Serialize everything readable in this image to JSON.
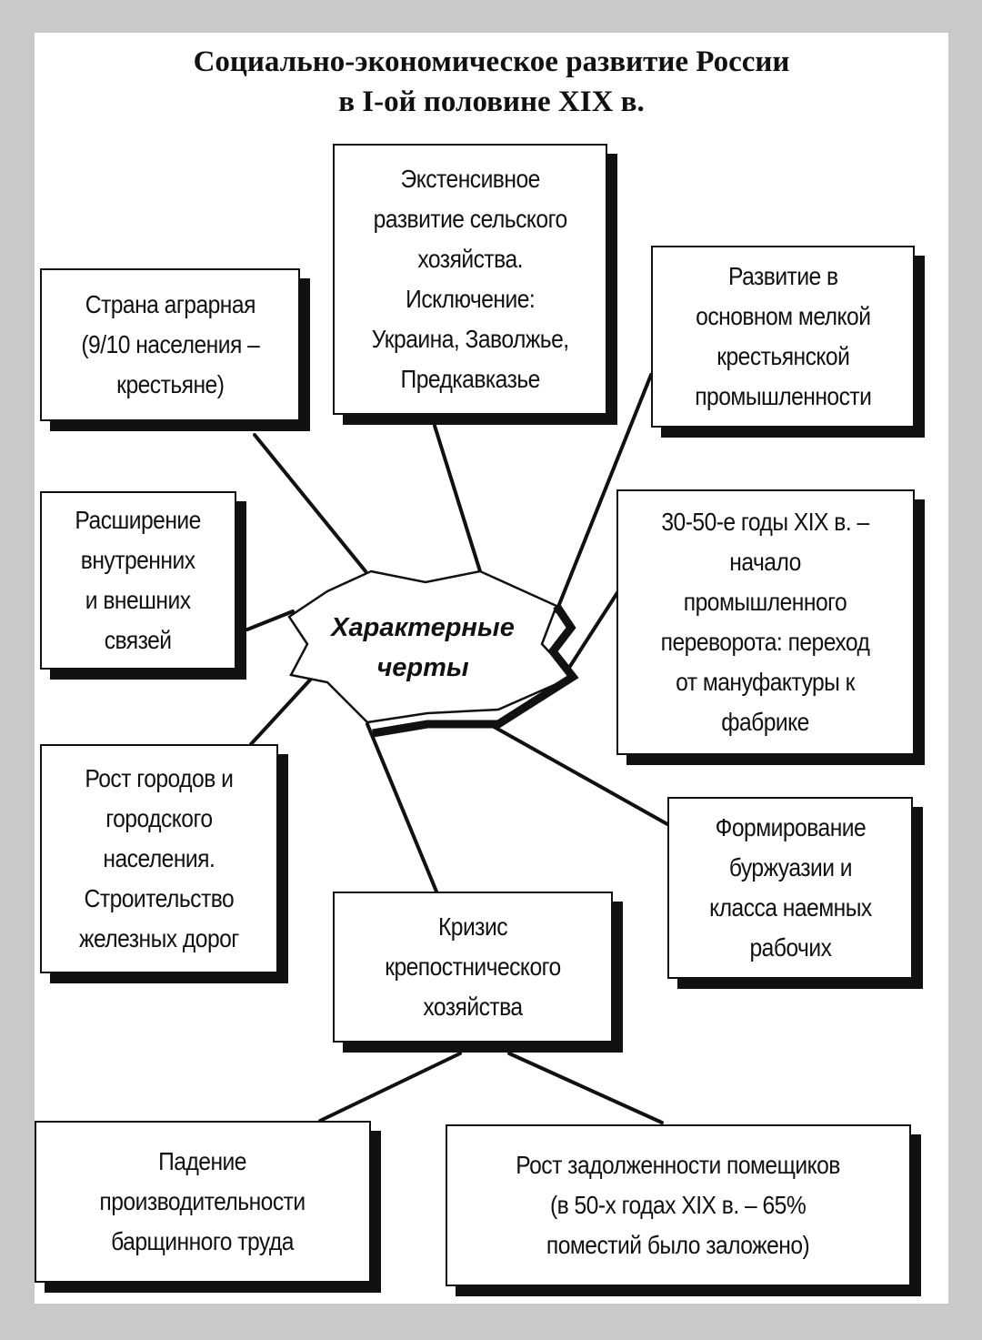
{
  "title": {
    "line1": "Социально-экономическое развитие России",
    "line2": "в I-ой половине XIX в."
  },
  "center": {
    "label": "Характерные\nчерты"
  },
  "boxes": {
    "agrarian": "Страна аграрная\n(9/10 населения –\nкрестьяне)",
    "extensive": "Экстенсивное\nразвитие сельского\nхозяйства.\nИсключение:\nУкраина, Заволжье,\nПредкавказье",
    "small_industry": "Развитие в\nосновном мелкой\nкрестьянской\nпромышленности",
    "ties": "Расширение\nвнутренних\nи внешних\nсвязей",
    "revolution": "30-50-е годы XIX в. –\nначало\nпромышленного\nпереворота: переход\nот мануфактуры к\nфабрике",
    "cities": "Рост городов и\nгородского\nнаселения.\nСтроительство\nжелезных дорог",
    "bourgeoisie": "Формирование\nбуржуазии и\nкласса наемных\nрабочих",
    "crisis": "Кризис\nкрепостнического\nхозяйства",
    "productivity": "Падение\nпроизводительности\nбарщинного труда",
    "debt": "Рост задолженности помещиков\n(в 50-х годах XIX в. – 65%\nпоместий было заложено)"
  },
  "colors": {
    "ink": "#111111",
    "paper": "#ffffff",
    "frame": "#c9c9c9"
  }
}
